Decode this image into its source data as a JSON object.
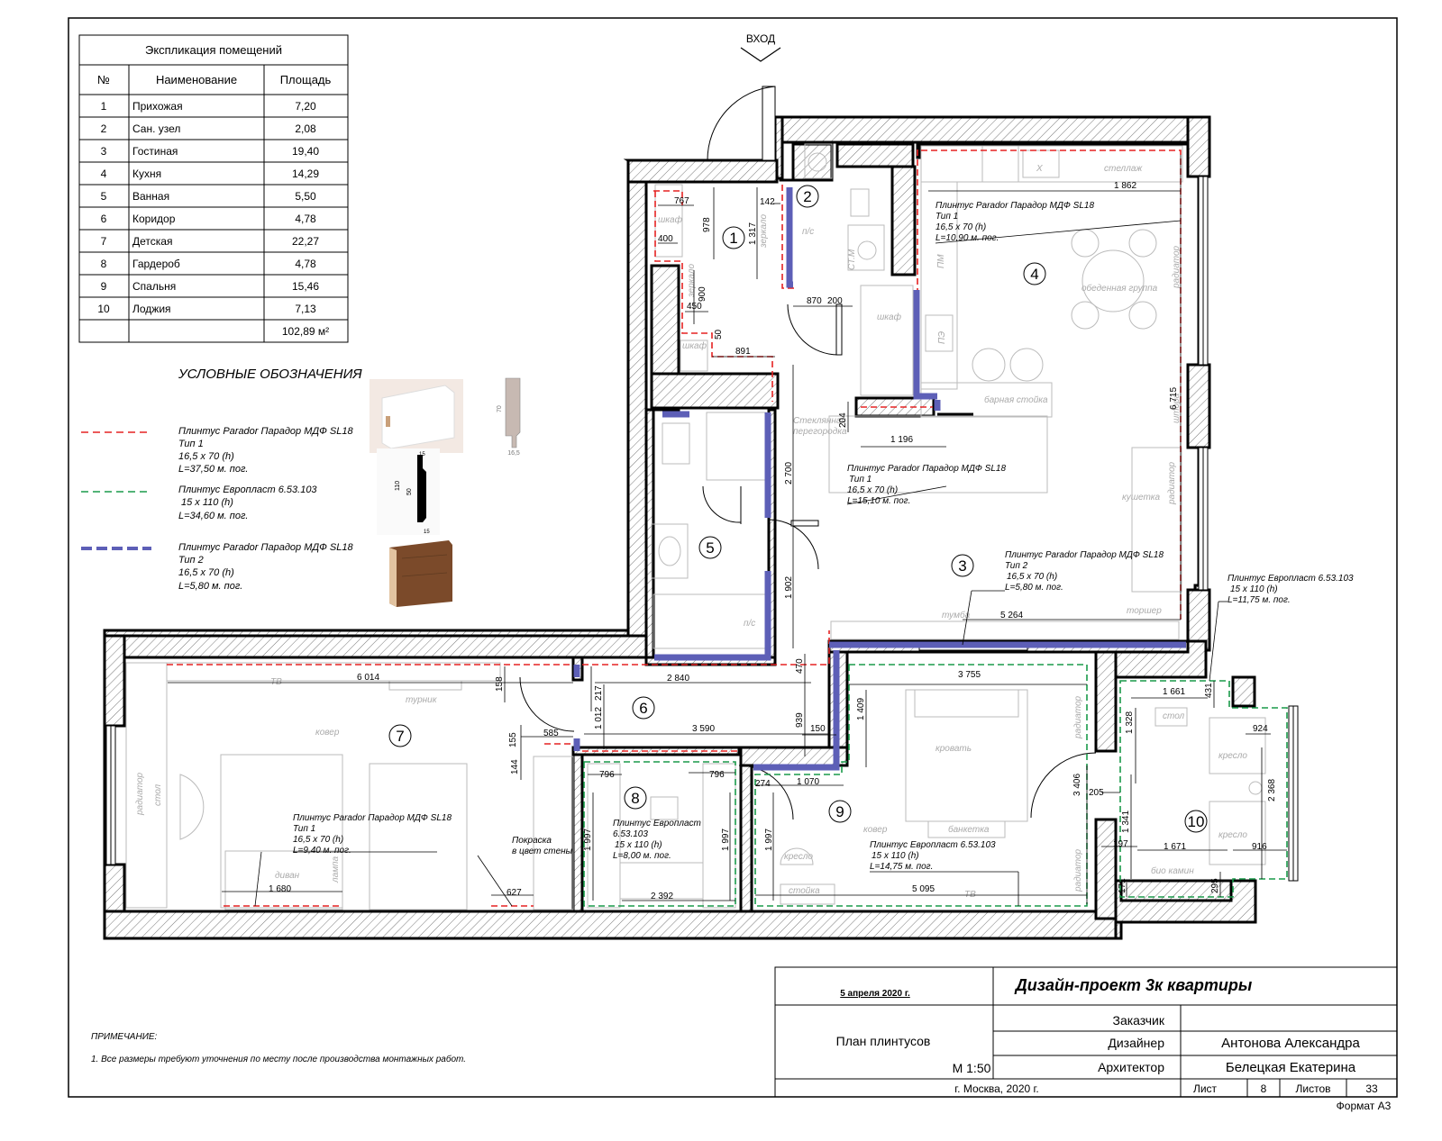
{
  "entrance_label": "ВХОД",
  "explication": {
    "title": "Экспликация помещений",
    "headers": [
      "№",
      "Наименование",
      "Площадь"
    ],
    "rows": [
      [
        "1",
        "Прихожая",
        "7,20"
      ],
      [
        "2",
        "Сан. узел",
        "2,08"
      ],
      [
        "3",
        "Гостиная",
        "19,40"
      ],
      [
        "4",
        "Кухня",
        "14,29"
      ],
      [
        "5",
        "Ванная",
        "5,50"
      ],
      [
        "6",
        "Коридор",
        "4,78"
      ],
      [
        "7",
        "Детская",
        "22,27"
      ],
      [
        "8",
        "Гардероб",
        "4,78"
      ],
      [
        "9",
        "Спальня",
        "15,46"
      ],
      [
        "10",
        "Лоджия",
        "7,13"
      ]
    ],
    "total": "102,89 м²"
  },
  "legend": {
    "title": "УСЛОВНЫЕ ОБОЗНАЧЕНИЯ",
    "items": [
      {
        "l1": "Плинтус Parador Парадор МДФ SL18",
        "l2": "Тип 1",
        "l3": "16,5 х 70 (h)",
        "l4": "L=37,50 м. пог.",
        "color": "#e52222"
      },
      {
        "l1": "Плинтус Европласт 6.53.103",
        "l2": "15 х 110 (h)",
        "l3": "L=34,60 м. пог.",
        "l4": "",
        "color": "#1a9a4a"
      },
      {
        "l1": "Плинтус Parador Парадор МДФ SL18",
        "l2": "Тип 2",
        "l3": "16,5 х 70 (h)",
        "l4": "L=5,80 м. пог.",
        "color": "#5d5fb7"
      }
    ],
    "profile_h": "70",
    "profile_w": "16,5",
    "profile2_h": "110",
    "profile2_mid": "50",
    "profile2_top": "15",
    "profile2_w": "15"
  },
  "rooms": [
    "1",
    "2",
    "3",
    "4",
    "5",
    "6",
    "7",
    "8",
    "9",
    "10"
  ],
  "dims": {
    "d767": "767",
    "d978": "978",
    "d400": "400",
    "d1317": "1 317",
    "d142": "142",
    "d900": "900",
    "d450": "450",
    "d50": "50",
    "d891": "891",
    "d870": "870",
    "d200": "200",
    "d1862": "1 862",
    "d6715": "6 715",
    "d204": "204",
    "d1196": "1 196",
    "d2700": "2 700",
    "d1902": "1 902",
    "d5264": "5 264",
    "d470": "470",
    "d6014": "6 014",
    "d158": "158",
    "d2840": "2 840",
    "d217": "217",
    "d1012": "1 012",
    "d3590": "3 590",
    "d939": "939",
    "d150": "150",
    "d3755": "3 755",
    "d1409": "1 409",
    "d1661": "1 661",
    "d431": "431",
    "d1328": "1 328",
    "d924": "924",
    "d585": "585",
    "d155": "155",
    "d144": "144",
    "d796a": "796",
    "d796b": "796",
    "d274": "274",
    "d1070": "1 070",
    "d3406": "3 406",
    "d205": "205",
    "d2368": "2 368",
    "d1997a": "1 997",
    "d1997b": "1 997",
    "d1997c": "1 997",
    "d1341": "1 341",
    "d197": "197",
    "d1671": "1 671",
    "d916": "916",
    "d1680": "1 680",
    "d627": "627",
    "d2392": "2 392",
    "d5095": "5 095",
    "d171": "171",
    "d295": "295"
  },
  "furniture": {
    "stellazh": "стеллаж",
    "obed": "обеденная группа",
    "pm": "ПМ",
    "pe": "ПЭ",
    "barnaya": "барная стойка",
    "kushetka": "кушетка",
    "shtora": "штора",
    "radiator": "радиатор",
    "torsher": "торшер",
    "tumba": "тумба",
    "steklo1": "Стеклянная",
    "steklo2": "перегородка",
    "shkaf": "шкаф",
    "zerkalo": "зеркало",
    "tv": "ТВ",
    "turnik": "турник",
    "kover": "ковер",
    "stol": "стол",
    "divan": "диван",
    "lampa": "лампа",
    "krovat": "кровать",
    "banketka": "банкетка",
    "kreslo": "кресло",
    "biokamin": "био камин",
    "ps": "п/с",
    "stm": "СТ.М",
    "pokraska1": "Покраска",
    "pokraska2": "в цвет стены",
    "stojka": "стойка"
  },
  "annotations": {
    "a4": {
      "l1": "Плинтус Parador Парадор МДФ SL18",
      "l2": "Тип 1",
      "l3": "16,5 х 70 (h)",
      "l4": "L=10,90 м. пог."
    },
    "a_center": {
      "l1": "Плинтус Parador Парадор МДФ SL18",
      "l2": "Тип 1",
      "l3": "16,5 х 70 (h)",
      "l4": "L=15,10 м. пог."
    },
    "a3": {
      "l1": "Плинтус Parador Парадор МДФ SL18",
      "l2": "Тип 2",
      "l3": "16,5 х 70 (h)",
      "l4": "L=5,80 м. пог."
    },
    "a10": {
      "l1": "Плинтус Европласт 6.53.103",
      "l2": "15 х 110 (h)",
      "l3": "L=11,75 м. пог."
    },
    "a7": {
      "l1": "Плинтус Parador Парадор МДФ SL18",
      "l2": "Тип 1",
      "l3": "16,5 х 70 (h)",
      "l4": "L=9,40 м. пог."
    },
    "a8": {
      "l1": "Плинтус Европласт",
      "l2": "6.53.103",
      "l3": "15 х 110 (h)",
      "l4": "L=8,00 м. пог."
    },
    "a9": {
      "l1": "Плинтус Европласт 6.53.103",
      "l2": "15 х 110 (h)",
      "l3": "L=14,75 м. пог."
    }
  },
  "note": {
    "title": "ПРИМЕЧАНИЕ:",
    "text": "1. Все размеры требуют уточнения по месту после производства монтажных работ."
  },
  "stamp": {
    "date": "5 апреля 2020 г.",
    "project": "Дизайн-проект 3к квартиры",
    "sheet_name": "План плинтусов",
    "scale": "М 1:50",
    "customer_label": "Заказчик",
    "designer_label": "Дизайнер",
    "designer": "Антонова Александра",
    "architect_label": "Архитектор",
    "architect": "Белецкая Екатерина",
    "city": "г. Москва, 2020 г.",
    "sheet_label": "Лист",
    "sheet_no": "8",
    "sheets_label": "Листов",
    "sheets_total": "33",
    "format": "Формат А3"
  }
}
